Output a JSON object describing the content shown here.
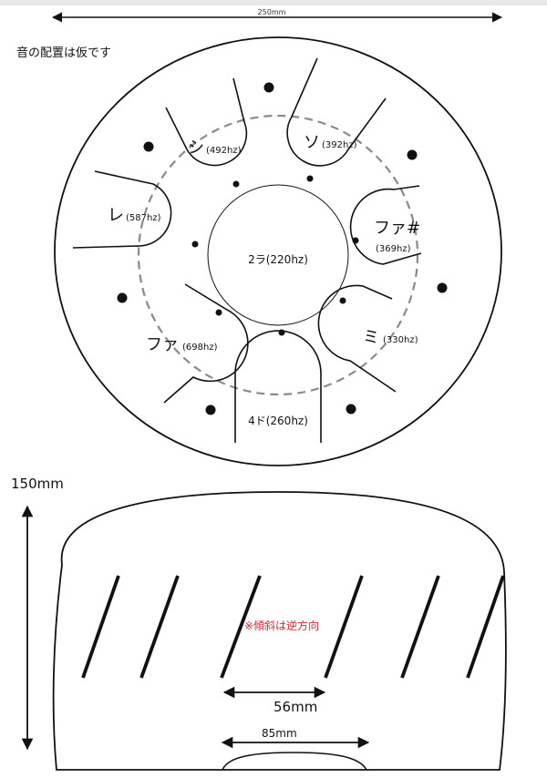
{
  "top_view": {
    "width_label": "250mm",
    "note": "音の配置は仮です",
    "center_note": {
      "name": "2ラ",
      "freq": "(220hz)"
    },
    "tongues": [
      {
        "name": "シ",
        "freq": "(492hz)"
      },
      {
        "name": "ソ",
        "freq": "(392hz)"
      },
      {
        "name": "レ",
        "freq": "(587hz)"
      },
      {
        "name": "ファ#",
        "freq": "(369hz)"
      },
      {
        "name": "ファ",
        "freq": "(698hz)"
      },
      {
        "name": "ミ",
        "freq": "(330hz)"
      },
      {
        "name": "4ド",
        "freq": "(260hz)"
      }
    ]
  },
  "side_view": {
    "height_label": "150mm",
    "slant_note": "※傾斜は逆方向",
    "spacing_label": "56mm",
    "bottom_hole_label": "85mm"
  },
  "colors": {
    "line": "#111111",
    "dashed": "#8a8a8a",
    "note_red": "#d6283a"
  }
}
